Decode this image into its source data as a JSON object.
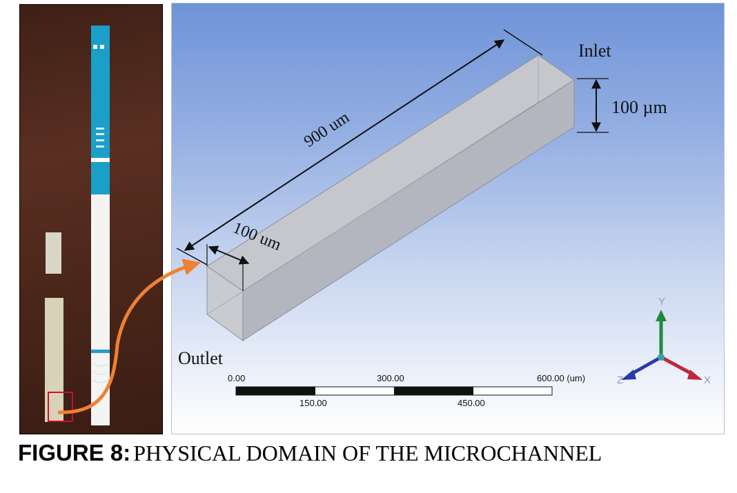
{
  "labels": {
    "inlet": "Inlet",
    "outlet": "Outlet",
    "height": "100 µm",
    "length": "900 um",
    "width": "100 um"
  },
  "scale_bar": {
    "top_ticks": [
      "0.00",
      "300.00",
      "600.00 (um)"
    ],
    "bottom_ticks": [
      "150.00",
      "450.00"
    ]
  },
  "axes": {
    "x": "X",
    "y": "Y",
    "z": "Z"
  },
  "caption": {
    "label": "FIGURE 8:",
    "text": "PHYSICAL DOMAIN OF THE MICROCHANNEL"
  },
  "colors": {
    "arrow": "#f08033",
    "axis_x": "#c0283a",
    "axis_y": "#1f8a3c",
    "axis_z": "#2a3aa8",
    "channel": "#b9bcc4"
  }
}
